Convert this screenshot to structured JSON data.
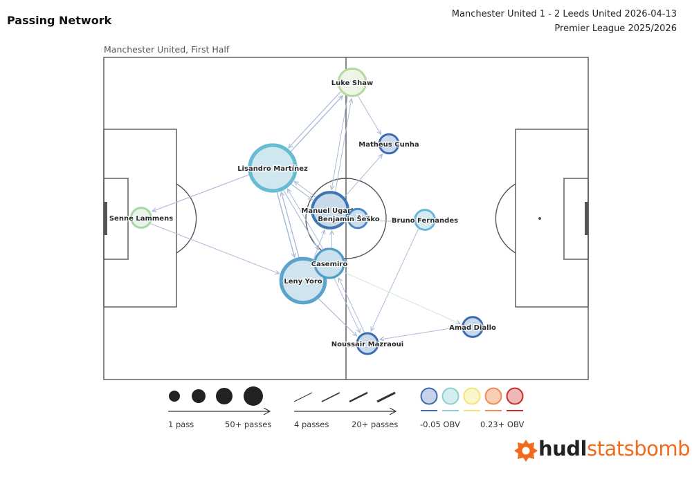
{
  "header": {
    "title": "Passing Network",
    "match_line1": "Manchester United 1 - 2 Leeds United 2026-04-13",
    "match_line2": "Premier League 2025/2026",
    "subtitle": "Manchester United, First Half"
  },
  "colors": {
    "pass_line": "#a9bcd9",
    "pitch_line": "#555555",
    "obv_scale": [
      "#3b6bb0",
      "#8cd0d2",
      "#f3e37a",
      "#ee8a55",
      "#cc2b2b"
    ],
    "brand_orange": "#f26a1b"
  },
  "players": [
    {
      "name": "Luke Shaw",
      "passes": 18,
      "obv": 0.07,
      "ring": "#b6d9a2",
      "fill": "#eef4e8"
    },
    {
      "name": "Matheus Cunha",
      "passes": 8,
      "obv": -0.05,
      "ring": "#3b6bb0",
      "fill": "#c9dbef"
    },
    {
      "name": "Lisandro Martínez",
      "passes": 40,
      "obv": 0.02,
      "ring": "#67bcd4",
      "fill": "#cfe8ef"
    },
    {
      "name": "Manuel Ugarte",
      "passes": 28,
      "obv": -0.04,
      "ring": "#3f77b5",
      "fill": "#c6dae9"
    },
    {
      "name": "Benjamin Šeško",
      "passes": 8,
      "obv": -0.03,
      "ring": "#4a86bf",
      "fill": "#c9dded"
    },
    {
      "name": "Bruno Fernandes",
      "passes": 9,
      "obv": 0.0,
      "ring": "#67b6d6",
      "fill": "#d4ebf2"
    },
    {
      "name": "Senne Lammens",
      "passes": 9,
      "obv": 0.06,
      "ring": "#a8d6a6",
      "fill": "#eaf4e8"
    },
    {
      "name": "Casemiro",
      "passes": 20,
      "obv": -0.01,
      "ring": "#559dc9",
      "fill": "#c9e1ee"
    },
    {
      "name": "Leny Yoro",
      "passes": 38,
      "obv": -0.01,
      "ring": "#5aa3cb",
      "fill": "#cfe4ef"
    },
    {
      "name": "Amad Diallo",
      "passes": 9,
      "obv": -0.05,
      "ring": "#3b6bb0",
      "fill": "#c8d9ee"
    },
    {
      "name": "Noussair Mazraoui",
      "passes": 10,
      "obv": -0.05,
      "ring": "#3b6bb0",
      "fill": "#c8d9ee"
    }
  ],
  "passes": [
    {
      "from": "Lisandro Martínez",
      "to": "Luke Shaw",
      "count": 6
    },
    {
      "from": "Luke Shaw",
      "to": "Lisandro Martínez",
      "count": 5
    },
    {
      "from": "Luke Shaw",
      "to": "Matheus Cunha",
      "count": 4
    },
    {
      "from": "Luke Shaw",
      "to": "Manuel Ugarte",
      "count": 4
    },
    {
      "from": "Manuel Ugarte",
      "to": "Luke Shaw",
      "count": 4
    },
    {
      "from": "Manuel Ugarte",
      "to": "Matheus Cunha",
      "count": 4
    },
    {
      "from": "Lisandro Martínez",
      "to": "Senne Lammens",
      "count": 5
    },
    {
      "from": "Senne Lammens",
      "to": "Leny Yoro",
      "count": 4
    },
    {
      "from": "Lisandro Martínez",
      "to": "Manuel Ugarte",
      "count": 5
    },
    {
      "from": "Manuel Ugarte",
      "to": "Lisandro Martínez",
      "count": 4
    },
    {
      "from": "Lisandro Martínez",
      "to": "Leny Yoro",
      "count": 7
    },
    {
      "from": "Leny Yoro",
      "to": "Lisandro Martínez",
      "count": 6
    },
    {
      "from": "Lisandro Martínez",
      "to": "Casemiro",
      "count": 5
    },
    {
      "from": "Casemiro",
      "to": "Lisandro Martínez",
      "count": 4
    },
    {
      "from": "Leny Yoro",
      "to": "Manuel Ugarte",
      "count": 4
    },
    {
      "from": "Casemiro",
      "to": "Manuel Ugarte",
      "count": 4
    },
    {
      "from": "Manuel Ugarte",
      "to": "Benjamin Šeško",
      "count": 4
    },
    {
      "from": "Benjamin Šeško",
      "to": "Bruno Fernandes",
      "count": 4
    },
    {
      "from": "Leny Yoro",
      "to": "Casemiro",
      "count": 5
    },
    {
      "from": "Casemiro",
      "to": "Noussair Mazraoui",
      "count": 4
    },
    {
      "from": "Noussair Mazraoui",
      "to": "Casemiro",
      "count": 4
    },
    {
      "from": "Leny Yoro",
      "to": "Noussair Mazraoui",
      "count": 5
    },
    {
      "from": "Amad Diallo",
      "to": "Noussair Mazraoui",
      "count": 4
    },
    {
      "from": "Bruno Fernandes",
      "to": "Noussair Mazraoui",
      "count": 4
    },
    {
      "from": "Casemiro",
      "to": "Amad Diallo",
      "count": 4
    }
  ],
  "legend": {
    "size_min": "1 pass",
    "size_max": "50+ passes",
    "width_min": "4 passes",
    "width_max": "20+ passes",
    "obv_min": "-0.05 OBV",
    "obv_max": "0.23+ OBV"
  },
  "brand": {
    "part1": "hudl",
    "part2": "statsbomb",
    "icon": "hudl-logo-icon"
  }
}
